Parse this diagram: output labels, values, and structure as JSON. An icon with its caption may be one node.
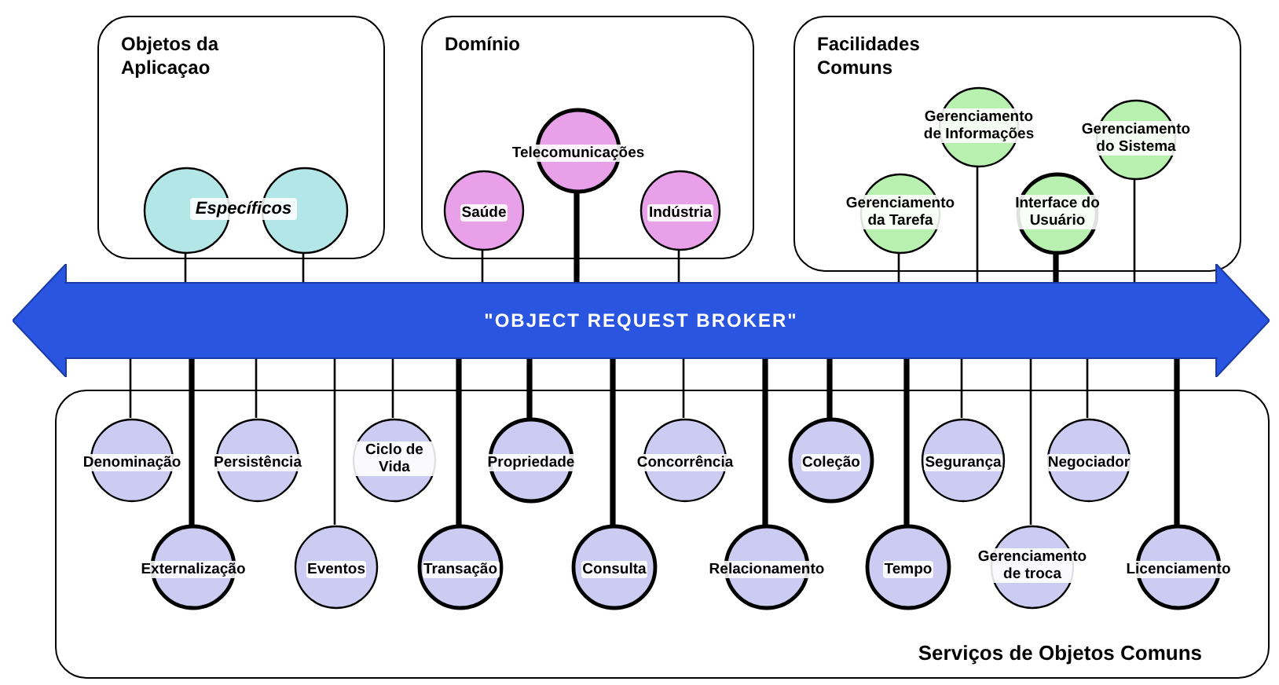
{
  "diagram": {
    "nodes": [
      {
        "text": [
          "Objetos da Aplicaçao"
        ]
      },
      {
        "text": [],
        "shape": "circle",
        "in": 0
      },
      {
        "text": [],
        "shape": "circle",
        "in": 0
      },
      {
        "text": [
          "Domínio"
        ]
      },
      {
        "text": [
          "Saúde"
        ],
        "in": 3
      },
      {
        "text": [
          "Telecomunicações"
        ],
        "in": 3
      },
      {
        "text": [
          "Indústria"
        ],
        "in": 3
      },
      {
        "text": [
          "Facilidades Comuns"
        ]
      },
      {
        "text": [
          "Gerenciamento da Tarefa"
        ],
        "in": 7
      },
      {
        "text": [
          "Gerenciamento de Informações"
        ],
        "in": 7
      },
      {
        "text": [
          "Interface do Usuário"
        ],
        "in": 7
      },
      {
        "text": [
          "Gerenciamento do Sistema"
        ],
        "in": 7
      },
      {
        "text": [
          "\"OBJECT REQUEST BROKER\""
        ]
      },
      {
        "text": [
          "Serviços de Objetos Comuns"
        ]
      },
      {
        "text": [
          "Denominação"
        ],
        "in": 13
      },
      {
        "text": [
          "Persistência"
        ],
        "in": 13
      },
      {
        "text": [
          "Ciclo de Vida"
        ],
        "in": 13
      },
      {
        "text": [
          "Propriedade"
        ],
        "in": 13
      },
      {
        "text": [
          "Concorrência"
        ],
        "in": 13
      },
      {
        "text": [
          "Coleção"
        ],
        "in": 13
      },
      {
        "text": [
          "Segurança"
        ],
        "in": 13
      },
      {
        "text": [
          "Negociador"
        ],
        "in": 13
      },
      {
        "text": [
          "Externalização"
        ],
        "in": 13
      },
      {
        "text": [
          "Eventos"
        ],
        "in": 13
      },
      {
        "text": [
          "Transação"
        ],
        "in": 13
      },
      {
        "text": [
          "Consulta"
        ],
        "in": 13
      },
      {
        "text": [
          "Relacionamento"
        ],
        "in": 13
      },
      {
        "text": [
          "Tempo"
        ],
        "in": 13
      },
      {
        "text": [
          "Gerenciamento de troca"
        ],
        "in": 13
      },
      {
        "text": [
          "Licenciamento"
        ],
        "in": 13
      }
    ],
    "edges": [
      {
        "from": 1,
        "to": 12,
        "arrow": "none"
      },
      {
        "from": 2,
        "to": 12,
        "arrow": "none"
      },
      {
        "from": 4,
        "to": 12,
        "arrow": "none"
      },
      {
        "from": 5,
        "to": 12,
        "arrow": "none",
        "style": "thick"
      },
      {
        "from": 6,
        "to": 12,
        "arrow": "none"
      },
      {
        "from": 8,
        "to": 12,
        "arrow": "none"
      },
      {
        "from": 9,
        "to": 12,
        "arrow": "none"
      },
      {
        "from": 10,
        "to": 12,
        "arrow": "none",
        "style": "thick"
      },
      {
        "from": 11,
        "to": 12,
        "arrow": "none"
      },
      {
        "from": 12,
        "to": 14,
        "arrow": "none"
      },
      {
        "from": 12,
        "to": 15,
        "arrow": "none"
      },
      {
        "from": 12,
        "to": 16,
        "arrow": "none"
      },
      {
        "from": 12,
        "to": 17,
        "arrow": "none",
        "style": "thick"
      },
      {
        "from": 12,
        "to": 18,
        "arrow": "none"
      },
      {
        "from": 12,
        "to": 19,
        "arrow": "none",
        "style": "thick"
      },
      {
        "from": 12,
        "to": 20,
        "arrow": "none"
      },
      {
        "from": 12,
        "to": 21,
        "arrow": "none"
      },
      {
        "from": 12,
        "to": 22,
        "arrow": "none",
        "style": "thick"
      },
      {
        "from": 12,
        "to": 23,
        "arrow": "none"
      },
      {
        "from": 12,
        "to": 24,
        "arrow": "none",
        "style": "thick"
      },
      {
        "from": 12,
        "to": 25,
        "arrow": "none",
        "style": "thick"
      },
      {
        "from": 12,
        "to": 26,
        "arrow": "none",
        "style": "thick"
      },
      {
        "from": 12,
        "to": 27,
        "arrow": "none",
        "style": "thick"
      },
      {
        "from": 12,
        "to": 28,
        "arrow": "none"
      },
      {
        "from": 12,
        "to": 29,
        "arrow": "none",
        "style": "thick"
      }
    ],
    "labels": [
      "Específicos"
    ]
  }
}
